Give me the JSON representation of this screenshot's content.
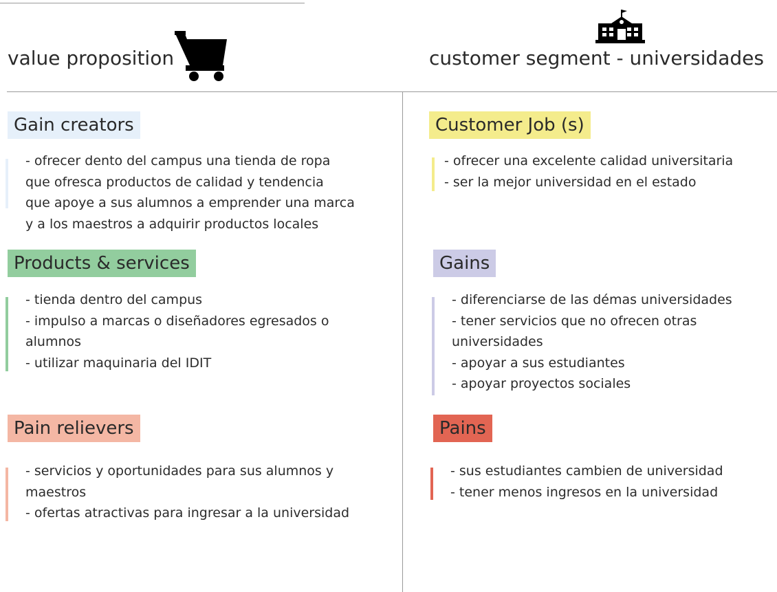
{
  "header": {
    "value_proposition_title": "value proposition",
    "customer_segment_title": "customer segment -  universidades",
    "cart_icon": "shopping-cart-icon",
    "school_icon": "school-building-icon"
  },
  "colors": {
    "gain_creators": "#e6f0fa",
    "products_services": "#92cd9e",
    "pain_relievers": "#f4b7a4",
    "customer_job": "#f4ec8c",
    "gains": "#cccbe6",
    "pains": "#e26553"
  },
  "value_proposition": {
    "gain_creators": {
      "label": "Gain creators",
      "lines": [
        "- ofrecer dento del campus una tienda de ropa",
        "que ofresca productos de calidad  y tendencia",
        "que apoye a sus alumnos a emprender una marca",
        "y a los maestros a adquirir productos locales"
      ]
    },
    "products_services": {
      "label": "Products & services",
      "lines": [
        "- tienda dentro del campus",
        "- impulso a marcas o diseñadores egresados o",
        "alumnos",
        "- utilizar maquinaria del IDIT"
      ]
    },
    "pain_relievers": {
      "label": "Pain relievers",
      "lines": [
        "- servicios y oportunidades para sus alumnos y",
        "maestros",
        "- ofertas atractivas para ingresar a la universidad"
      ]
    }
  },
  "customer_segment": {
    "customer_job": {
      "label": "Customer Job (s)",
      "lines": [
        "- ofrecer una excelente calidad universitaria",
        "- ser la mejor universidad en el estado"
      ]
    },
    "gains": {
      "label": "Gains",
      "lines": [
        "- diferenciarse de las démas universidades",
        "- tener servicios que no ofrecen otras",
        "universidades",
        "- apoyar a sus estudiantes",
        "- apoyar proyectos sociales"
      ]
    },
    "pains": {
      "label": "Pains",
      "lines": [
        "- sus estudiantes cambien de universidad",
        "- tener menos ingresos en la universidad"
      ]
    }
  }
}
